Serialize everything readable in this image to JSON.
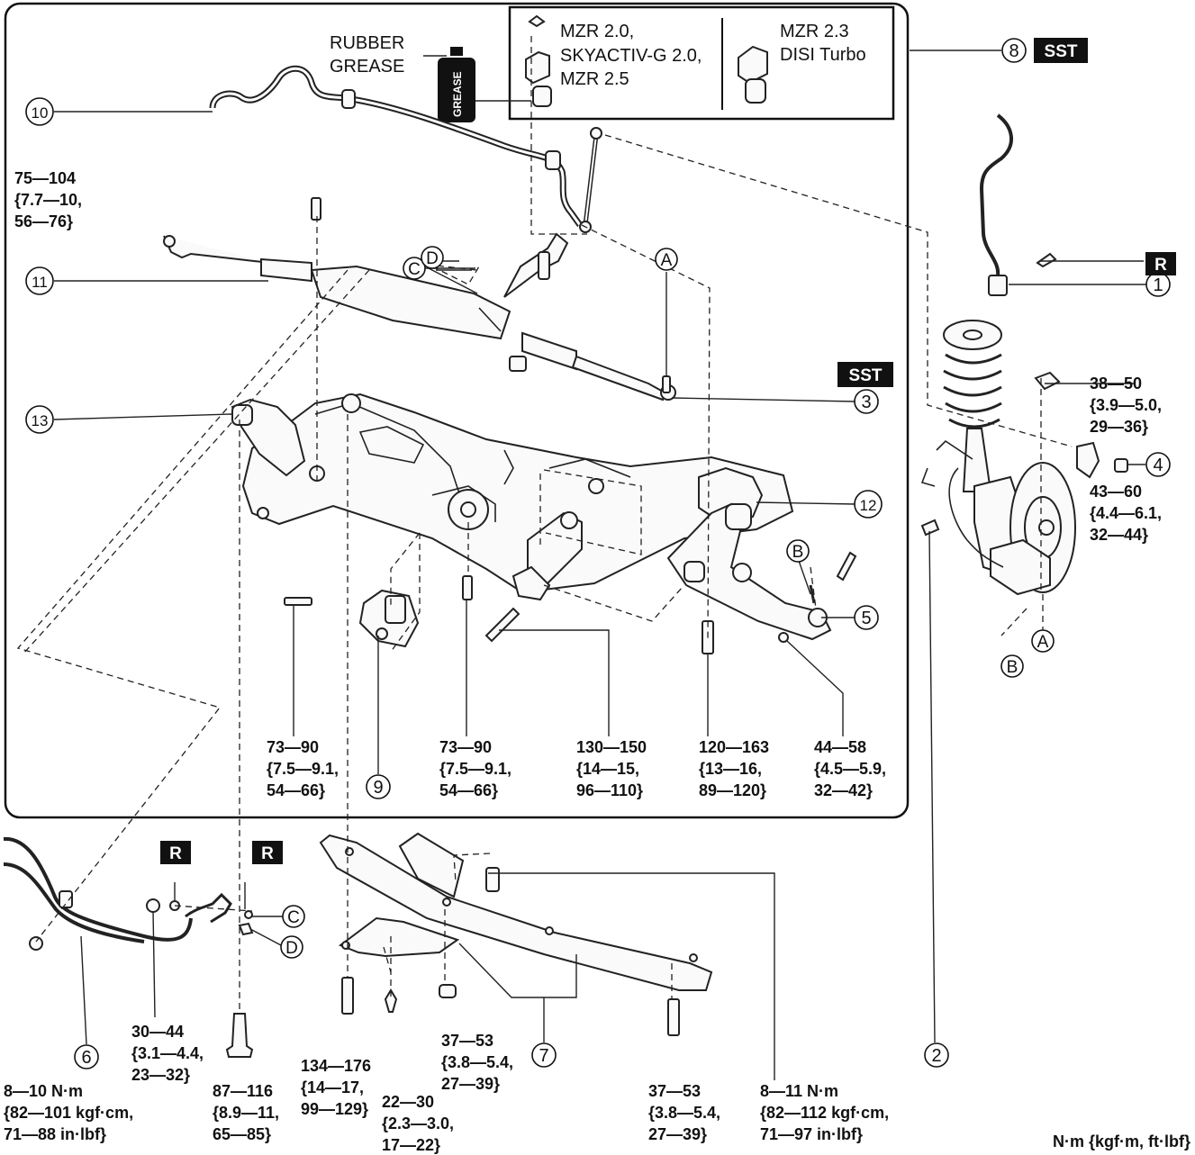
{
  "inset": {
    "variant_left": [
      "MZR 2.0,",
      "SKYACTIV-G 2.0,",
      "MZR 2.5"
    ],
    "variant_right": [
      "MZR 2.3",
      "DISI Turbo"
    ]
  },
  "rubber_grease": [
    "RUBBER",
    "GREASE"
  ],
  "grease_can_label": "GREASE",
  "badges": {
    "sst": "SST",
    "r": "R"
  },
  "callouts": [
    "1",
    "2",
    "3",
    "4",
    "5",
    "6",
    "7",
    "8",
    "9",
    "10",
    "11",
    "12",
    "13"
  ],
  "letters": {
    "a": "A",
    "b": "B",
    "c": "C",
    "d": "D"
  },
  "torques": {
    "t_75_104": [
      "75—104",
      "{7.7—10,",
      "56—76}"
    ],
    "t_38_50": [
      "38—50",
      "{3.9—5.0,",
      "29—36}"
    ],
    "t_43_60": [
      "43—60",
      "{4.4—6.1,",
      "32—44}"
    ],
    "t_73_90_a": [
      "73—90",
      "{7.5—9.1,",
      "54—66}"
    ],
    "t_73_90_b": [
      "73—90",
      "{7.5—9.1,",
      "54—66}"
    ],
    "t_130_150": [
      "130—150",
      "{14—15,",
      "96—110}"
    ],
    "t_120_163": [
      "120—163",
      "{13—16,",
      "89—120}"
    ],
    "t_44_58": [
      "44—58",
      "{4.5—5.9,",
      "32—42}"
    ],
    "t_30_44": [
      "30—44",
      "{3.1—4.4,",
      "23—32}"
    ],
    "t_8_10": [
      "8—10 N·m",
      "{82—101 kgf·cm,",
      "71—88 in·lbf}"
    ],
    "t_87_116": [
      "87—116",
      "{8.9—11,",
      "65—85}"
    ],
    "t_134_176": [
      "134—176",
      "{14—17,",
      "99—129}"
    ],
    "t_22_30": [
      "22—30",
      "{2.3—3.0,",
      "17—22}"
    ],
    "t_37_53_a": [
      "37—53",
      "{3.8—5.4,",
      "27—39}"
    ],
    "t_37_53_b": [
      "37—53",
      "{3.8—5.4,",
      "27—39}"
    ],
    "t_8_11": [
      "8—11 N·m",
      "{82—112 kgf·cm,",
      "71—97 in·lbf}"
    ]
  },
  "unit_note": "N·m {kgf·m, ft·lbf}"
}
